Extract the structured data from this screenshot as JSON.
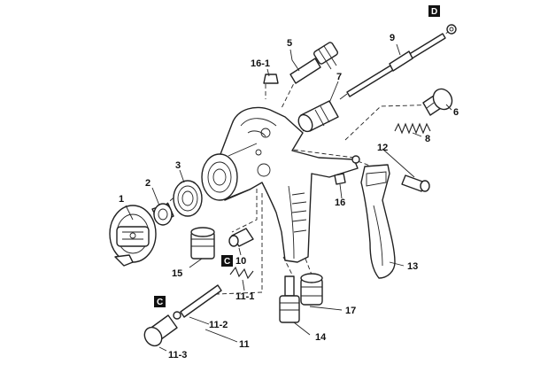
{
  "part_labels": {
    "p1": "1",
    "p2": "2",
    "p3": "3",
    "p5": "5",
    "p6": "6",
    "p7": "7",
    "p8": "8",
    "p9": "9",
    "p10": "10",
    "p11": "11",
    "p11_1": "11-1",
    "p11_2": "11-2",
    "p11_3": "11-3",
    "p12": "12",
    "p13": "13",
    "p14": "14",
    "p15": "15",
    "p16": "16",
    "p16_1": "16-1",
    "p17": "17"
  },
  "box_labels": {
    "c_upper": "C",
    "c_lower": "C",
    "d": "D"
  }
}
